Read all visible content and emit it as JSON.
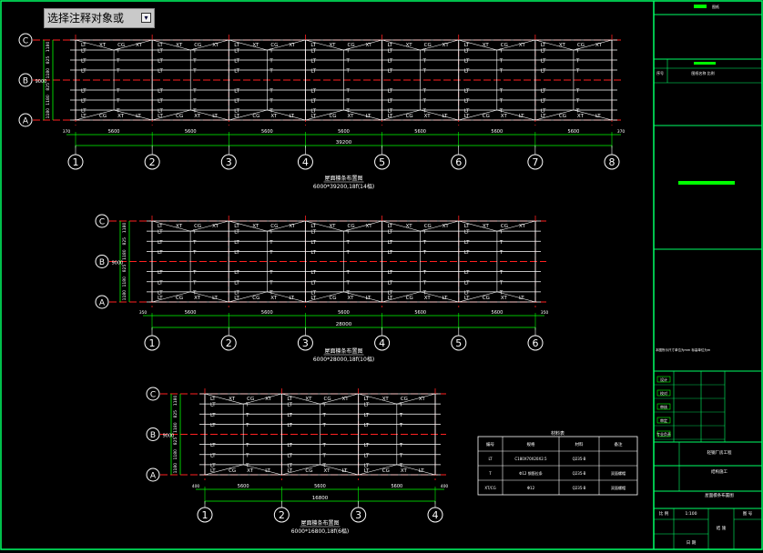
{
  "command_prompt": {
    "text": "选择注释对象或",
    "expand_icon": "expand-arrow-icon"
  },
  "colors": {
    "frame": "#00ff66",
    "member": "#ffffff",
    "axis": "#ff2020",
    "dim": "#00ff00",
    "bubble": "#ffffff",
    "small_text": "#ffffff",
    "label": "#ffffff"
  },
  "plans": [
    {
      "bays": 8,
      "axes": [
        "1",
        "2",
        "3",
        "4",
        "5",
        "6",
        "7",
        "8"
      ],
      "rows": [
        "C",
        "B",
        "A"
      ],
      "total_width_label": "39200",
      "bay_labels": [
        "5600",
        "5600",
        "5600",
        "5600",
        "5600",
        "5600",
        "5600"
      ],
      "end_offsets": [
        "370",
        "370"
      ],
      "title": "屋面檩条布置图",
      "subtitle": "6000*39200,18f(14榀)",
      "depth_label": "9000",
      "side_dims": [
        "1180",
        "825",
        "1180",
        "825",
        "1180",
        "1180"
      ],
      "truss_top": [
        "LT",
        "XT",
        "CG",
        "XT",
        "LT"
      ],
      "truss_bottom": [
        "LT",
        "CG",
        "XT",
        "LT"
      ]
    },
    {
      "bays": 6,
      "axes": [
        "1",
        "2",
        "3",
        "4",
        "5",
        "6"
      ],
      "rows": [
        "C",
        "B",
        "A"
      ],
      "total_width_label": "28000",
      "bay_labels": [
        "5600",
        "5600",
        "5600",
        "5600",
        "5600"
      ],
      "end_offsets": [
        "350",
        "350"
      ],
      "title": "屋面檩条布置图",
      "subtitle": "6000*28000,18f(10榀)",
      "depth_label": "9000",
      "side_dims": [
        "1180",
        "825",
        "1180",
        "825",
        "1180",
        "1180"
      ]
    },
    {
      "bays": 4,
      "axes": [
        "1",
        "2",
        "3",
        "4"
      ],
      "rows": [
        "C",
        "B",
        "A"
      ],
      "total_width_label": "16800",
      "bay_labels": [
        "5600",
        "5600",
        "5600"
      ],
      "end_offsets": [
        "400",
        "400"
      ],
      "title": "屋面檩条布置图",
      "subtitle": "6000*16800,18f(6榀)",
      "depth_label": "9000",
      "side_dims": [
        "1180",
        "825",
        "1180",
        "825",
        "1180",
        "1180"
      ]
    }
  ],
  "material_table": {
    "title": "材料表",
    "headers": [
      "编号",
      "规格",
      "材料",
      "备注"
    ],
    "rows": [
      [
        "LT",
        "C180X70X20X2.5",
        "Q235-B",
        ""
      ],
      [
        "T",
        "Φ12 钢筋拉条",
        "Q235-B",
        "双面螺帽"
      ],
      [
        "XT/CG",
        "Φ12",
        "Q235-B",
        "双面螺帽"
      ]
    ]
  },
  "title_block": {
    "top_label": "图纸",
    "section2": [
      "序号",
      "图纸名称 比例"
    ],
    "note_left": "本图所示尺寸单位为mm 标高单位为m",
    "sign_rows": [
      "设计",
      "校对",
      "审核",
      "审定",
      "专业负责"
    ],
    "project": "轻钢厂房工程",
    "part": "结构施工",
    "drawing_name": "屋面檩条布置图",
    "scale": "1:100",
    "sheet": "结 施",
    "footer_left": "比 例",
    "footer_right": "图 号",
    "footer_bottom": "日 期"
  }
}
